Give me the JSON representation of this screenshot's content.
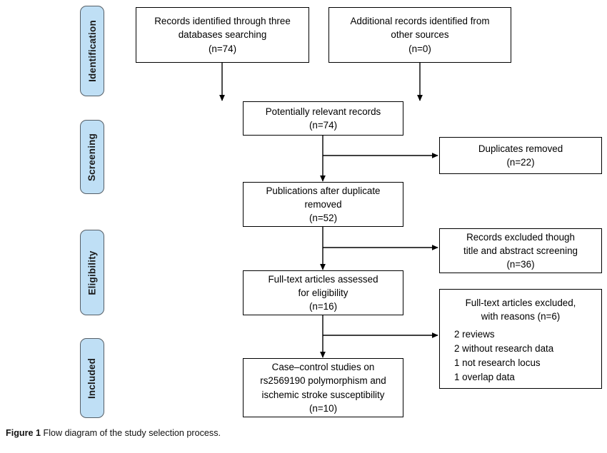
{
  "figure": {
    "caption_label": "Figure 1",
    "caption_text": "Flow diagram of the study selection process.",
    "colors": {
      "stage_fill": "#bfdff5",
      "stage_border": "#555e66",
      "box_border": "#000000",
      "background": "#ffffff",
      "connector": "#000000"
    }
  },
  "stages": [
    {
      "label": "Identification"
    },
    {
      "label": "Screening"
    },
    {
      "label": "Eligibility"
    },
    {
      "label": "Included"
    }
  ],
  "boxes": {
    "records_identified": {
      "lines": [
        "Records identified through three",
        "databases searching",
        "(n=74)"
      ],
      "count": "n=74"
    },
    "additional_records": {
      "lines": [
        "Additional records identified from",
        "other sources",
        "(n=0)"
      ],
      "count": "n=0"
    },
    "potentially_relevant": {
      "lines": [
        "Potentially relevant records",
        "(n=74)"
      ],
      "count": "n=74"
    },
    "duplicates_removed": {
      "lines": [
        "Duplicates removed",
        "(n=22)"
      ],
      "count": "n=22"
    },
    "publications_after_duplicate": {
      "lines": [
        "Publications after duplicate",
        "removed",
        "(n=52)"
      ],
      "count": "n=52"
    },
    "records_excluded": {
      "lines": [
        "Records excluded though",
        "title and abstract screening",
        "(n=36)"
      ],
      "count": "n=36"
    },
    "fulltext_assessed": {
      "lines": [
        "Full-text articles assessed",
        "for eligibility",
        "(n=16)"
      ],
      "count": "n=16"
    },
    "fulltext_excluded": {
      "head_lines": [
        "Full-text articles excluded,",
        "with reasons (n=6)"
      ],
      "count": "n=6",
      "reasons": [
        "2 reviews",
        "2 without research data",
        "1 not research locus",
        "1 overlap data"
      ]
    },
    "included_studies": {
      "lines": [
        "Case–control studies on",
        "rs2569190 polymorphism and",
        "ischemic stroke susceptibility",
        "(n=10)"
      ],
      "count": "n=10"
    }
  }
}
